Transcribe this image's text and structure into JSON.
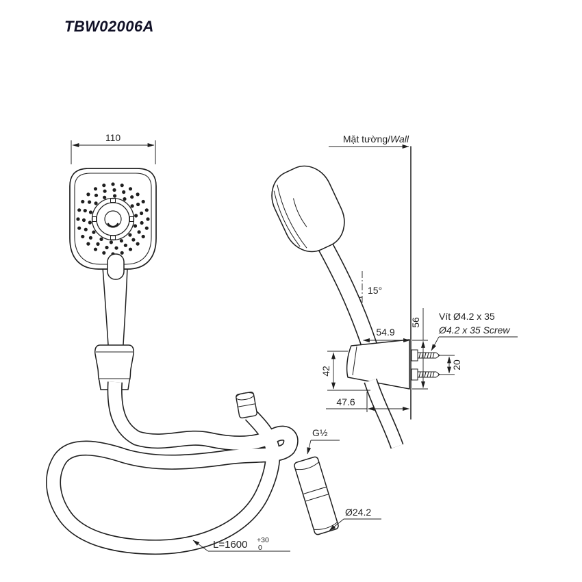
{
  "title": "TBW02006A",
  "colors": {
    "ink": "#1f1f1f",
    "title": "#101026",
    "background": "#ffffff"
  },
  "front_view": {
    "width_dim": "110",
    "hose_length_label": "L=1600",
    "hose_length_tolerance_upper": "+30",
    "hose_length_tolerance_lower": "0"
  },
  "side_view": {
    "wall_label_vi": "Mặt tường/",
    "wall_label_en": "Wall",
    "angle_dim": "15°",
    "dim_54_9": "54.9",
    "dim_56": "56",
    "dim_42": "42",
    "dim_47_6": "47.6",
    "dim_20": "20",
    "screw_label_vi": "Vít Ø4.2 x 35",
    "screw_label_en": "Ø4.2 x 35 Screw"
  },
  "connector_detail": {
    "thread_label": "G½",
    "diameter_dim": "Ø24.2"
  }
}
